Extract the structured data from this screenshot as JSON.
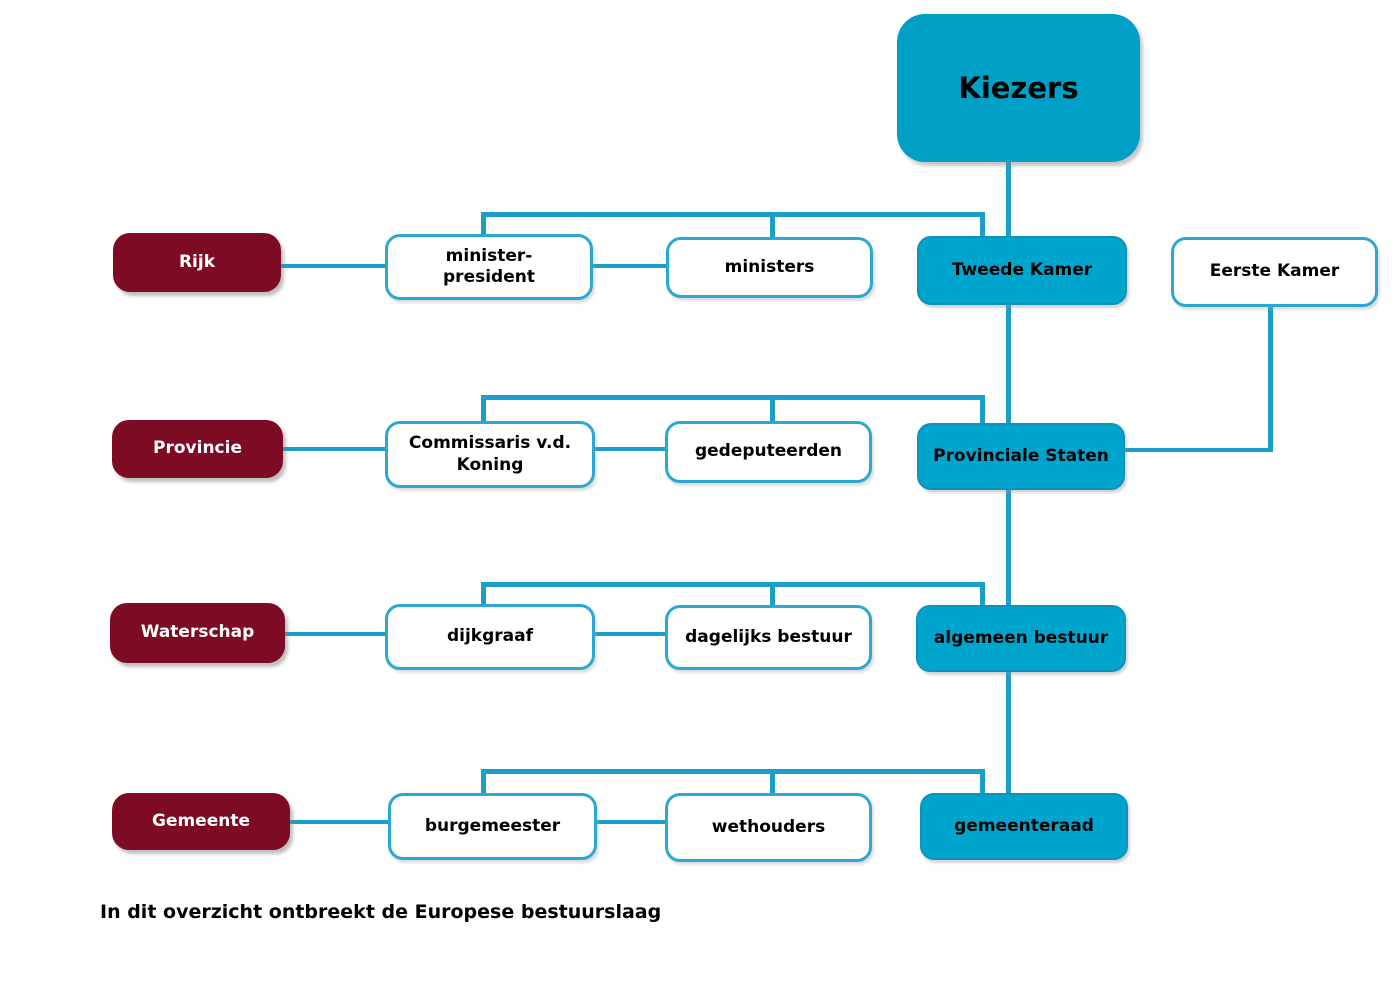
{
  "nodes": {
    "kiezers": "Kiezers",
    "rijk": "Rijk",
    "minister_president": "minister-\npresident",
    "ministers": "ministers",
    "tweede_kamer": "Tweede Kamer",
    "eerste_kamer": "Eerste Kamer",
    "provincie": "Provincie",
    "commissaris": "Commissaris v.d.\nKoning",
    "gedeputeerden": "gedeputeerden",
    "provinciale_staten": "Provinciale Staten",
    "waterschap": "Waterschap",
    "dijkgraaf": "dijkgraaf",
    "dagelijks_bestuur": "dagelijks bestuur",
    "algemeen_bestuur": "algemeen bestuur",
    "gemeente": "Gemeente",
    "burgemeester": "burgemeester",
    "wethouders": "wethouders",
    "gemeenteraad": "gemeenteraad"
  },
  "note": "In dit overzicht ontbreekt de Europese bestuurslaag",
  "colors": {
    "cyan_fill": "#00a5ce",
    "kiezers_fill": "#009fc5",
    "maroon_fill": "#7d0b24",
    "connector_line": "#1b9ec8",
    "white_box_border": "#2ba8d1",
    "box_text": "#000000",
    "row_label_text": "#ffffff"
  }
}
